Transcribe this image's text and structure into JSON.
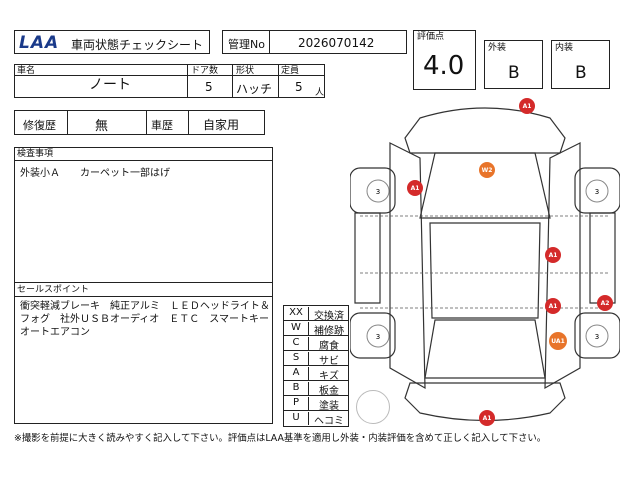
{
  "header": {
    "brand": "LAA",
    "title": "車両状態チェックシート",
    "mgmt_label": "管理No",
    "mgmt_no": "2026070142"
  },
  "score": {
    "label": "評価点",
    "value": "4.0",
    "exterior_label": "外装",
    "exterior_grade": "B",
    "interior_label": "内装",
    "interior_grade": "B"
  },
  "vehicle": {
    "name_label": "車名",
    "name": "ノート",
    "doors_label": "ドア数",
    "doors": "5",
    "shape_label": "形状",
    "shape": "ハッチ",
    "capacity_label": "定員",
    "capacity": "5",
    "capacity_unit": "人"
  },
  "history": {
    "repair_label": "修復歴",
    "repair_value": "無",
    "usage_label": "車歴",
    "usage_value": "自家用"
  },
  "inspection": {
    "label": "検査事項",
    "text": "外装小Ａ　　カーペット一部はげ"
  },
  "sales": {
    "label": "セールスポイント",
    "text": "衝突軽減ブレーキ　純正アルミ　ＬＥＤヘッドライト＆フォグ　社外ＵＳＢオーディオ　ＥＴＣ　スマートキー　オートエアコン"
  },
  "legend": [
    {
      "code": "XX",
      "desc": "交換済"
    },
    {
      "code": "W",
      "desc": "補修跡"
    },
    {
      "code": "C",
      "desc": "腐食"
    },
    {
      "code": "S",
      "desc": "サビ"
    },
    {
      "code": "A",
      "desc": "キズ"
    },
    {
      "code": "B",
      "desc": "板金"
    },
    {
      "code": "P",
      "desc": "塗装"
    },
    {
      "code": "U",
      "desc": "ヘコミ"
    }
  ],
  "diagram": {
    "tire_tread": "3",
    "marks": {
      "m1": "A1",
      "m2": "W2",
      "m3": "A1",
      "m4": "A1",
      "m5": "A1",
      "m6": "A2",
      "m7": "UA1",
      "m8": "A1"
    },
    "colors": {
      "red": "#d42a2a",
      "orange": "#e8742a"
    }
  },
  "footer": {
    "note": "※撮影を前提に大きく読みやすく記入して下さい。評価点はLAA基準を適用し外装・内装評価を含めて正しく記入して下さい。"
  }
}
